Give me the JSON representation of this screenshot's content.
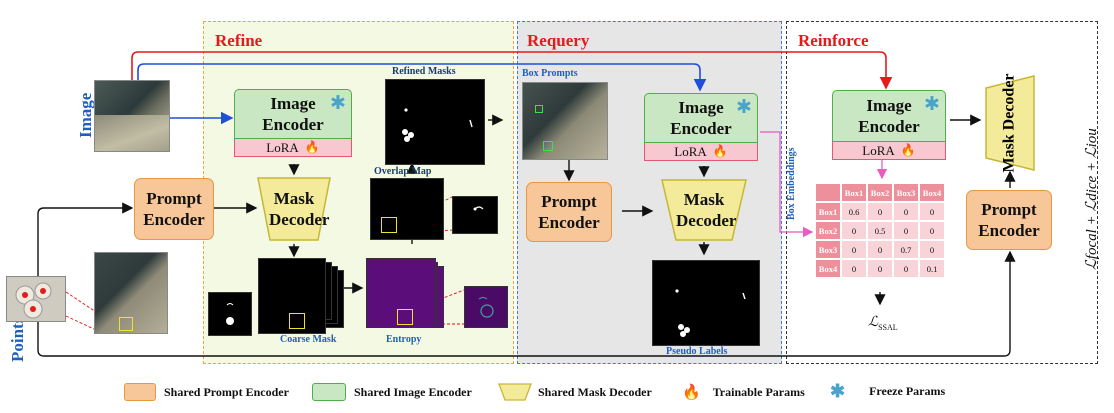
{
  "stages": {
    "refine": "Refine",
    "requery": "Requery",
    "reinforce": "Reinforce"
  },
  "side_labels": {
    "image": "Image",
    "points": "Points"
  },
  "blocks": {
    "prompt_encoder": "Prompt Encoder",
    "image_encoder": "Image Encoder",
    "mask_decoder": "Mask Decoder",
    "lora": "LoRA"
  },
  "annotations": {
    "refined_masks": "Refined Masks",
    "overlap_map": "Overlap Map",
    "coarse_mask": "Coarse Mask",
    "entropy": "Entropy",
    "box_prompts": "Box Prompts",
    "pseudo_labels": "Pseudo Labels",
    "box_embeddings": "Box Embeddings",
    "ssal_loss": "ℒ",
    "ssal_sub": "SSAL",
    "total_loss": "ℒfocal + ℒdice + ℒiou"
  },
  "similarity_table": {
    "headers": [
      "",
      "Box1",
      "Box2",
      "Box3",
      "Box4"
    ],
    "rows": [
      [
        "Box1",
        "0.6",
        "0",
        "0",
        "0"
      ],
      [
        "Box2",
        "0",
        "0.5",
        "0",
        "0"
      ],
      [
        "Box3",
        "0",
        "0",
        "0.7",
        "0"
      ],
      [
        "Box4",
        "0",
        "0",
        "0",
        "0.1"
      ]
    ]
  },
  "legend": {
    "prompt": "Shared Prompt Encoder",
    "image": "Shared Image Encoder",
    "mask": "Shared Mask Decoder",
    "trainable": "Trainable Params",
    "freeze": "Freeze Params"
  },
  "colors": {
    "refine_bg": "#f4f9e4",
    "refine_border": "#f0a23c",
    "requery_bg": "#e6e6e6",
    "requery_border": "#3b7dd8",
    "reinforce_border": "#333333",
    "prompt_fill": "#f7c79a",
    "image_fill": "#c9e7c3",
    "mask_fill": "#f3eb9a",
    "lora_fill": "#f7c8cf",
    "stage_text": "#e41a1c",
    "accent_blue": "#1f5fbf"
  },
  "icons": {
    "trainable": "flame-icon",
    "freeze": "snowflake-icon"
  }
}
